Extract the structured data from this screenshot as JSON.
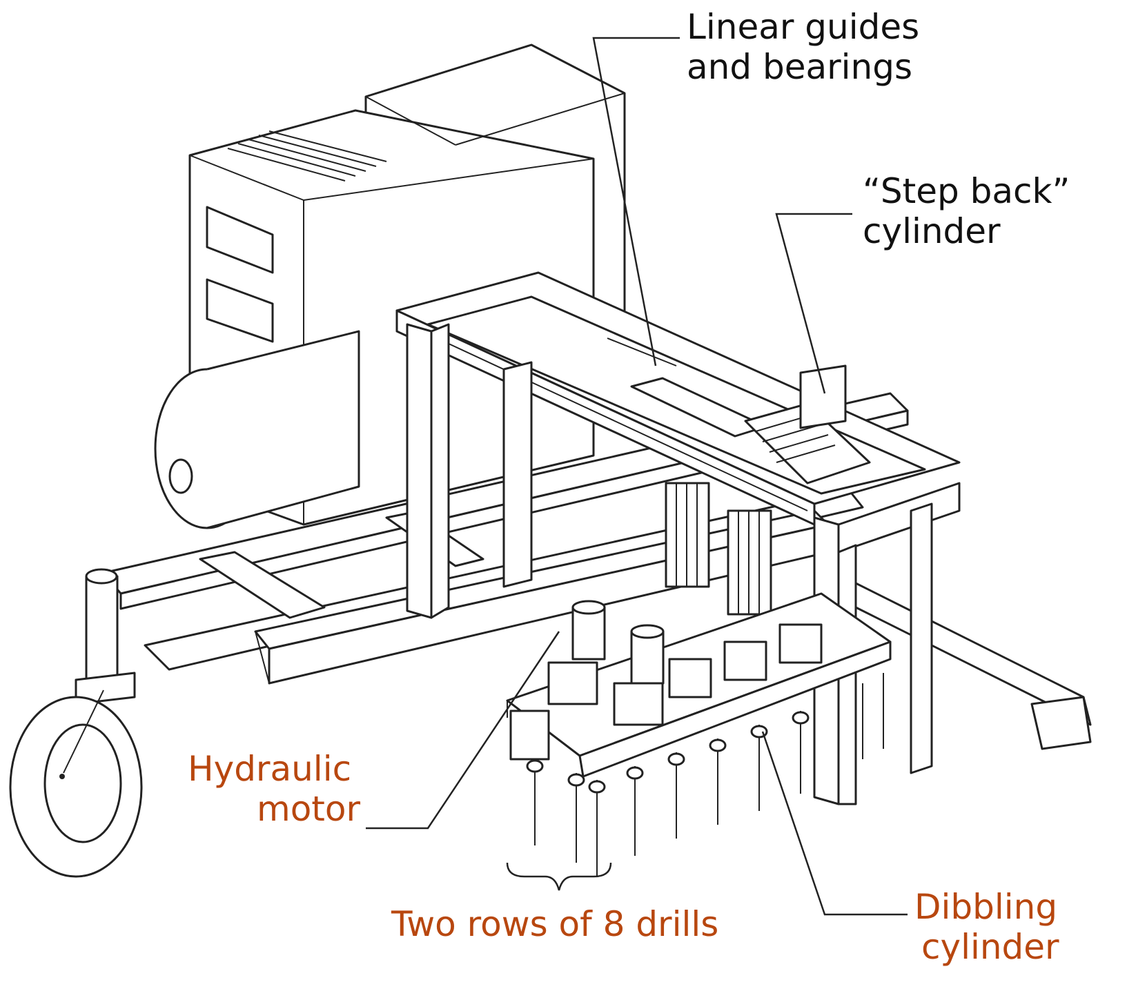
{
  "labels": {
    "linear_guides": [
      "Linear guides",
      "and bearings"
    ],
    "step_back": [
      "“Step back”",
      "cylinder"
    ],
    "hydraulic_motor": [
      "Hydraulic",
      "motor"
    ],
    "two_rows": "Two rows of 8 drills",
    "dibbling": [
      "Dibbling",
      "cylinder"
    ]
  },
  "colors": {
    "line": "#222222",
    "text_dark": "#111111",
    "text_accent": "#b8470f"
  }
}
